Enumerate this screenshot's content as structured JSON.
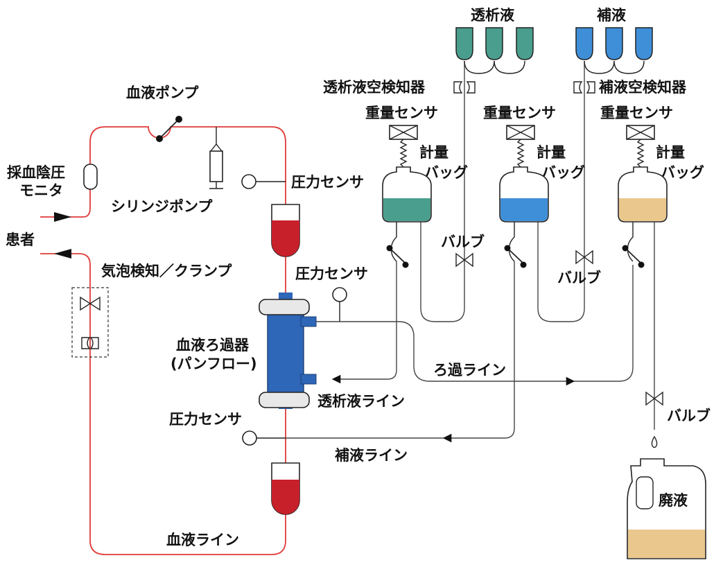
{
  "labels": {
    "dialysate": "透析液",
    "substitution": "補液",
    "dialysate_empty_detector": "透析液空検知器",
    "substitution_empty_detector": "補液空検知器",
    "weight_sensor": "重量センサ",
    "metering": "計量",
    "bag": "バッグ",
    "blood_pump": "血液ポンプ",
    "syringe_pump": "シリンジポンプ",
    "pressure_sensor": "圧力センサ",
    "draw_pressure_monitor_l1": "採血陰圧",
    "draw_pressure_monitor_l2": "モニタ",
    "patient": "患者",
    "bubble_clamp": "気泡検知／クランプ",
    "valve": "バルブ",
    "filter_l1": "血液ろ過器",
    "filter_l2": "(パンフロー)",
    "filtration_line": "ろ過ライン",
    "dialysate_line": "透析液ライン",
    "substitution_line": "補液ライン",
    "blood_line": "血液ライン",
    "waste": "廃液"
  },
  "colors": {
    "blood_line": "#e03a3a",
    "blood_fill": "#c8202a",
    "dialysate": "#4a9e8e",
    "substitution": "#3f8fd8",
    "filtrate": "#eac78c",
    "filter_body": "#2e66b8",
    "outline": "#222222"
  }
}
